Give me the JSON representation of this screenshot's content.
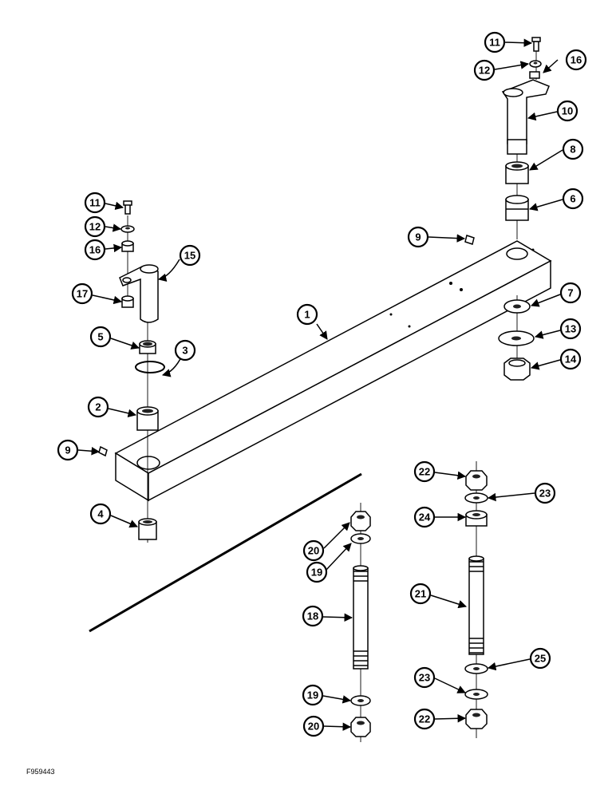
{
  "figure_ref": "F959443",
  "callouts": {
    "c1": "1",
    "c2": "2",
    "c3": "3",
    "c4": "4",
    "c5": "5",
    "c6": "6",
    "c7": "7",
    "c8": "8",
    "c9a": "9",
    "c9b": "9",
    "c10": "10",
    "c11a": "11",
    "c11b": "11",
    "c12a": "12",
    "c12b": "12",
    "c13": "13",
    "c14": "14",
    "c15": "15",
    "c16a": "16",
    "c16b": "16",
    "c17": "17",
    "c18": "18",
    "c19a": "19",
    "c19b": "19",
    "c20a": "20",
    "c20b": "20",
    "c21": "21",
    "c22a": "22",
    "c22b": "22",
    "c23a": "23",
    "c23b": "23",
    "c24": "24",
    "c25": "25"
  },
  "colors": {
    "line": "#000000",
    "background": "#ffffff"
  }
}
